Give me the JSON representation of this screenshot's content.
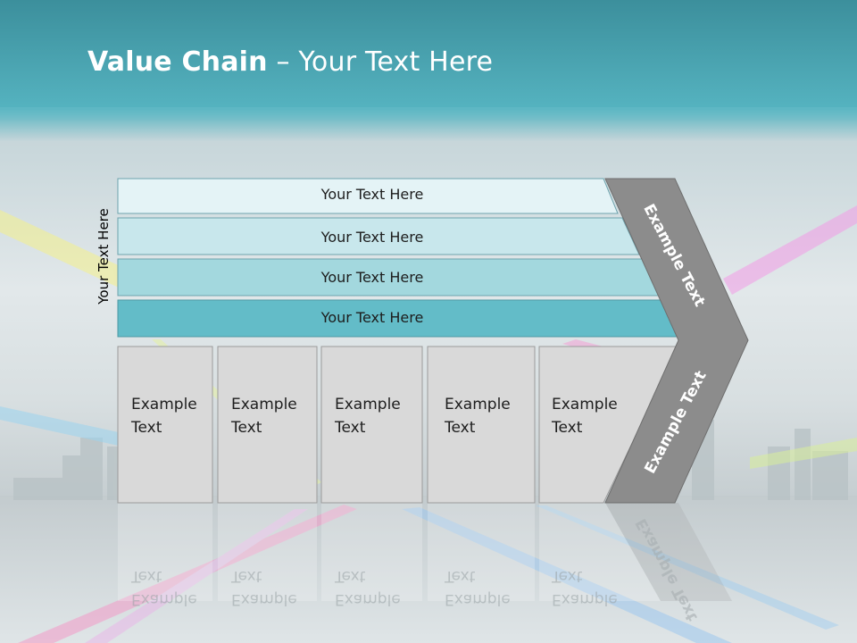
{
  "slide": {
    "title_bold": "Value Chain",
    "title_rest": " – Your Text Here",
    "side_label": "Your Text Here"
  },
  "bars": [
    {
      "label": "Your Text Here",
      "color": "#e4f3f6"
    },
    {
      "label": "Your Text Here",
      "color": "#c8e7ec"
    },
    {
      "label": "Your Text Here",
      "color": "#a3d8de"
    },
    {
      "label": "Your Text Here",
      "color": "#63bcc8"
    }
  ],
  "boxes": [
    {
      "line1": "Example",
      "line2": "Text"
    },
    {
      "line1": "Example",
      "line2": "Text"
    },
    {
      "line1": "Example",
      "line2": "Text"
    },
    {
      "line1": "Example",
      "line2": "Text"
    },
    {
      "line1": "Example",
      "line2": "Text"
    }
  ],
  "chevron": {
    "upper_label": "Example Text",
    "lower_label": "Example Text",
    "color": "#8c8c8c"
  },
  "colors": {
    "header": "#4aaebd",
    "box_fill": "#d9d9d9"
  }
}
